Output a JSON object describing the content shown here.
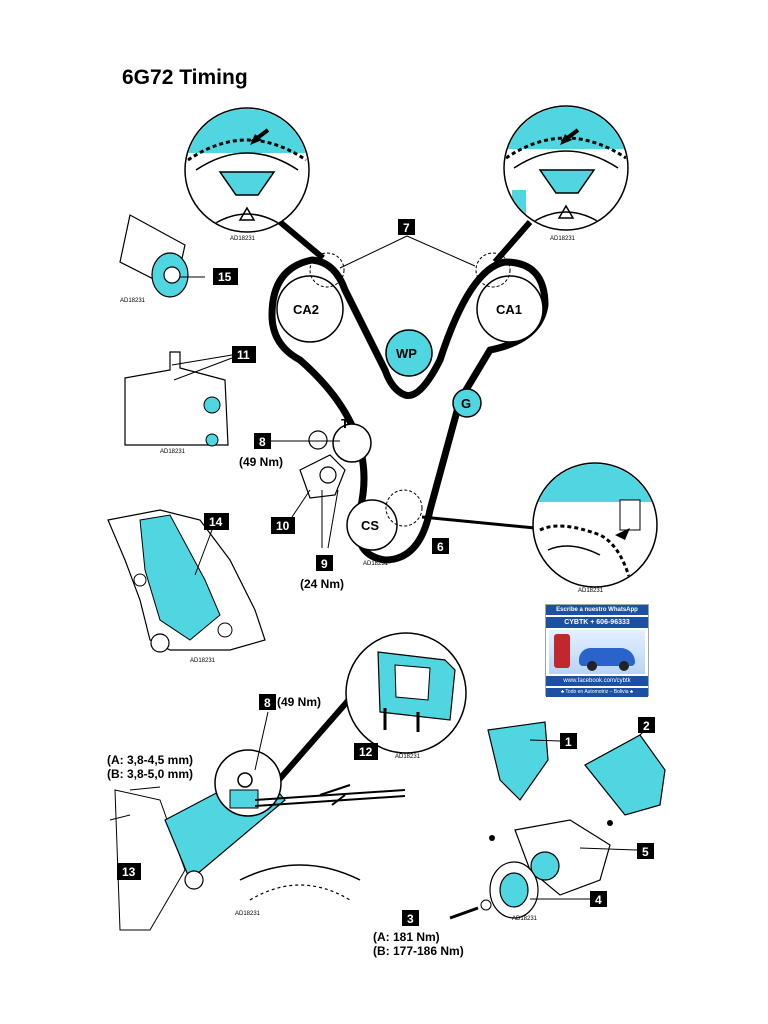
{
  "title": "6G72  Timing",
  "code_label": "AD18231",
  "pulleys": {
    "ca2": "CA2",
    "ca1": "CA1",
    "wp": "WP",
    "g": "G",
    "t": "T",
    "cs": "CS"
  },
  "callouts": {
    "n1": "1",
    "n2": "2",
    "n3": "3",
    "n4": "4",
    "n5": "5",
    "n6": "6",
    "n7": "7",
    "n8_top": "8",
    "n8_bottom": "8",
    "n9": "9",
    "n10": "10",
    "n11": "11",
    "n12": "12",
    "n13": "13",
    "n14": "14",
    "n15": "15"
  },
  "torques": {
    "t8_top": "(49 Nm)",
    "t9": "(24 Nm)",
    "t8_bottom": "(49 Nm)",
    "gap_a": "(A: 3,8-4,5 mm)",
    "gap_b": "(B: 3,8-5,0 mm)",
    "bolt_a": "(A: 181 Nm)",
    "bolt_b": "(B: 177-186 Nm)"
  },
  "ad": {
    "line1": "Escribe a nuestro WhatsApp",
    "line2": "CYBTK + 606-96333",
    "line3": "www.facebook.com/cybtk",
    "line4": "♣ Todo en Automotriz – Bolivia ♣"
  },
  "colors": {
    "accent": "#4fd6e0",
    "belt": "#000000",
    "callout_box": "#000000"
  }
}
